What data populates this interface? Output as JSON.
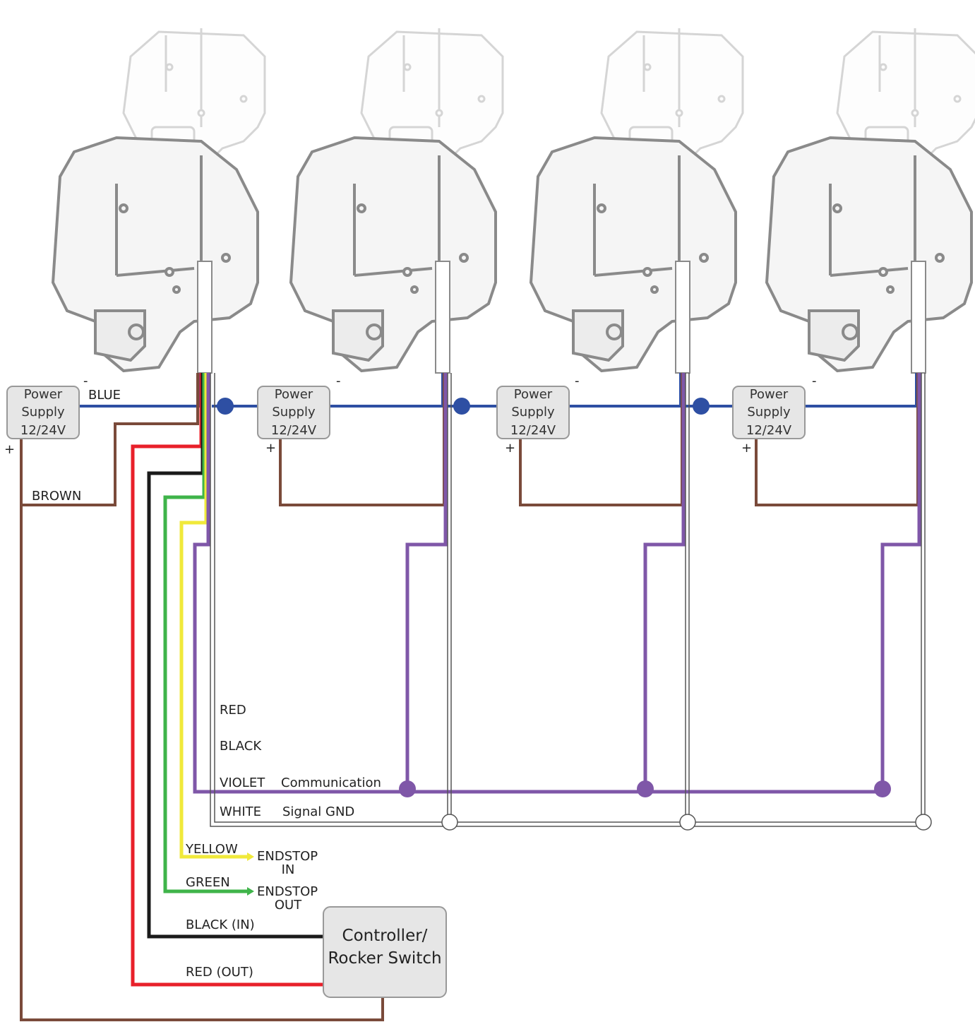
{
  "power_supply": {
    "line1": "Power",
    "line2": "Supply",
    "line3": "12/24V",
    "minus": "-",
    "plus": "+"
  },
  "controller": {
    "line1": "Controller/",
    "line2": "Rocker Switch"
  },
  "wire_labels": {
    "blue": "BLUE",
    "brown": "BROWN",
    "red": "RED",
    "black": "BLACK",
    "violet": "VIOLET",
    "communication": "Communication",
    "white": "WHITE",
    "signal_gnd": "Signal GND",
    "yellow": "YELLOW",
    "green": "GREEN",
    "endstop_in_1": "ENDSTOP",
    "endstop_in_2": "IN",
    "endstop_out_1": "ENDSTOP",
    "endstop_out_2": "OUT",
    "black_in": "BLACK (IN)",
    "red_out": "RED (OUT)"
  },
  "colors": {
    "blue": "#2e4fa3",
    "brown": "#7a4a3a",
    "red": "#e8202a",
    "black": "#1a1a1a",
    "green": "#3fb44a",
    "yellow": "#f0e93a",
    "violet": "#7f57a8",
    "white_wire": "#ffffff",
    "box_fill": "#e6e6e6",
    "box_stroke": "#999999"
  }
}
